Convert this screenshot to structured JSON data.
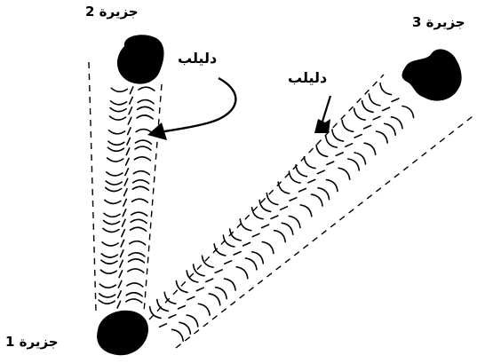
{
  "labels": {
    "island_1": "جزيرة 1",
    "island_2": "جزيرة 2",
    "island_3": "جزيرة 3",
    "dolphin_left": "دليلب",
    "dolphin_right": "دليلب"
  },
  "colors": {
    "ink": "#000000",
    "background": "#ffffff"
  }
}
